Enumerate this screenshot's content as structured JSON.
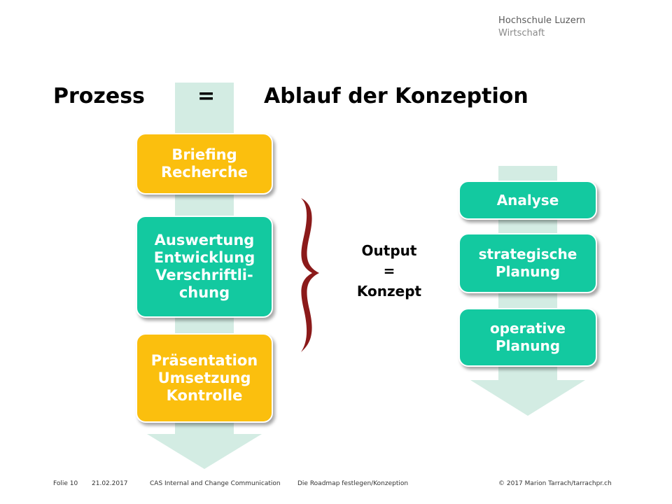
{
  "logo": {
    "line1": "Hochschule Luzern",
    "line2": "Wirtschaft"
  },
  "title": {
    "left": "Prozess",
    "equals": "=",
    "right": "Ablauf der Konzeption"
  },
  "left_flow": [
    {
      "lines": [
        "Briefing",
        "Recherche"
      ],
      "color": "#fbbf0e"
    },
    {
      "lines": [
        "Auswertung",
        "Entwicklung",
        "Verschriftli-",
        "chung"
      ],
      "color": "#13c9a0"
    },
    {
      "lines": [
        "Präsentation",
        "Umsetzung",
        "Kontrolle"
      ],
      "color": "#fbbf0e"
    }
  ],
  "output": {
    "line1": "Output",
    "line2": "=",
    "line3": "Konzept"
  },
  "right_flow": [
    {
      "lines": [
        "Analyse"
      ],
      "color": "#13c9a0"
    },
    {
      "lines": [
        "strategische",
        "Planung"
      ],
      "color": "#13c9a0"
    },
    {
      "lines": [
        "operative",
        "Planung"
      ],
      "color": "#13c9a0"
    }
  ],
  "colors": {
    "arrow": "#d3ece3",
    "brace": "#8b1a1a",
    "yellow": "#fbbf0e",
    "green": "#13c9a0"
  },
  "footer": {
    "slide": "Folie 10",
    "date": "21.02.2017",
    "course": "CAS Internal and Change Communication",
    "topic": "Die Roadmap festlegen/Konzeption",
    "copyright": "© 2017 Marion Tarrach/tarrachpr.ch"
  }
}
